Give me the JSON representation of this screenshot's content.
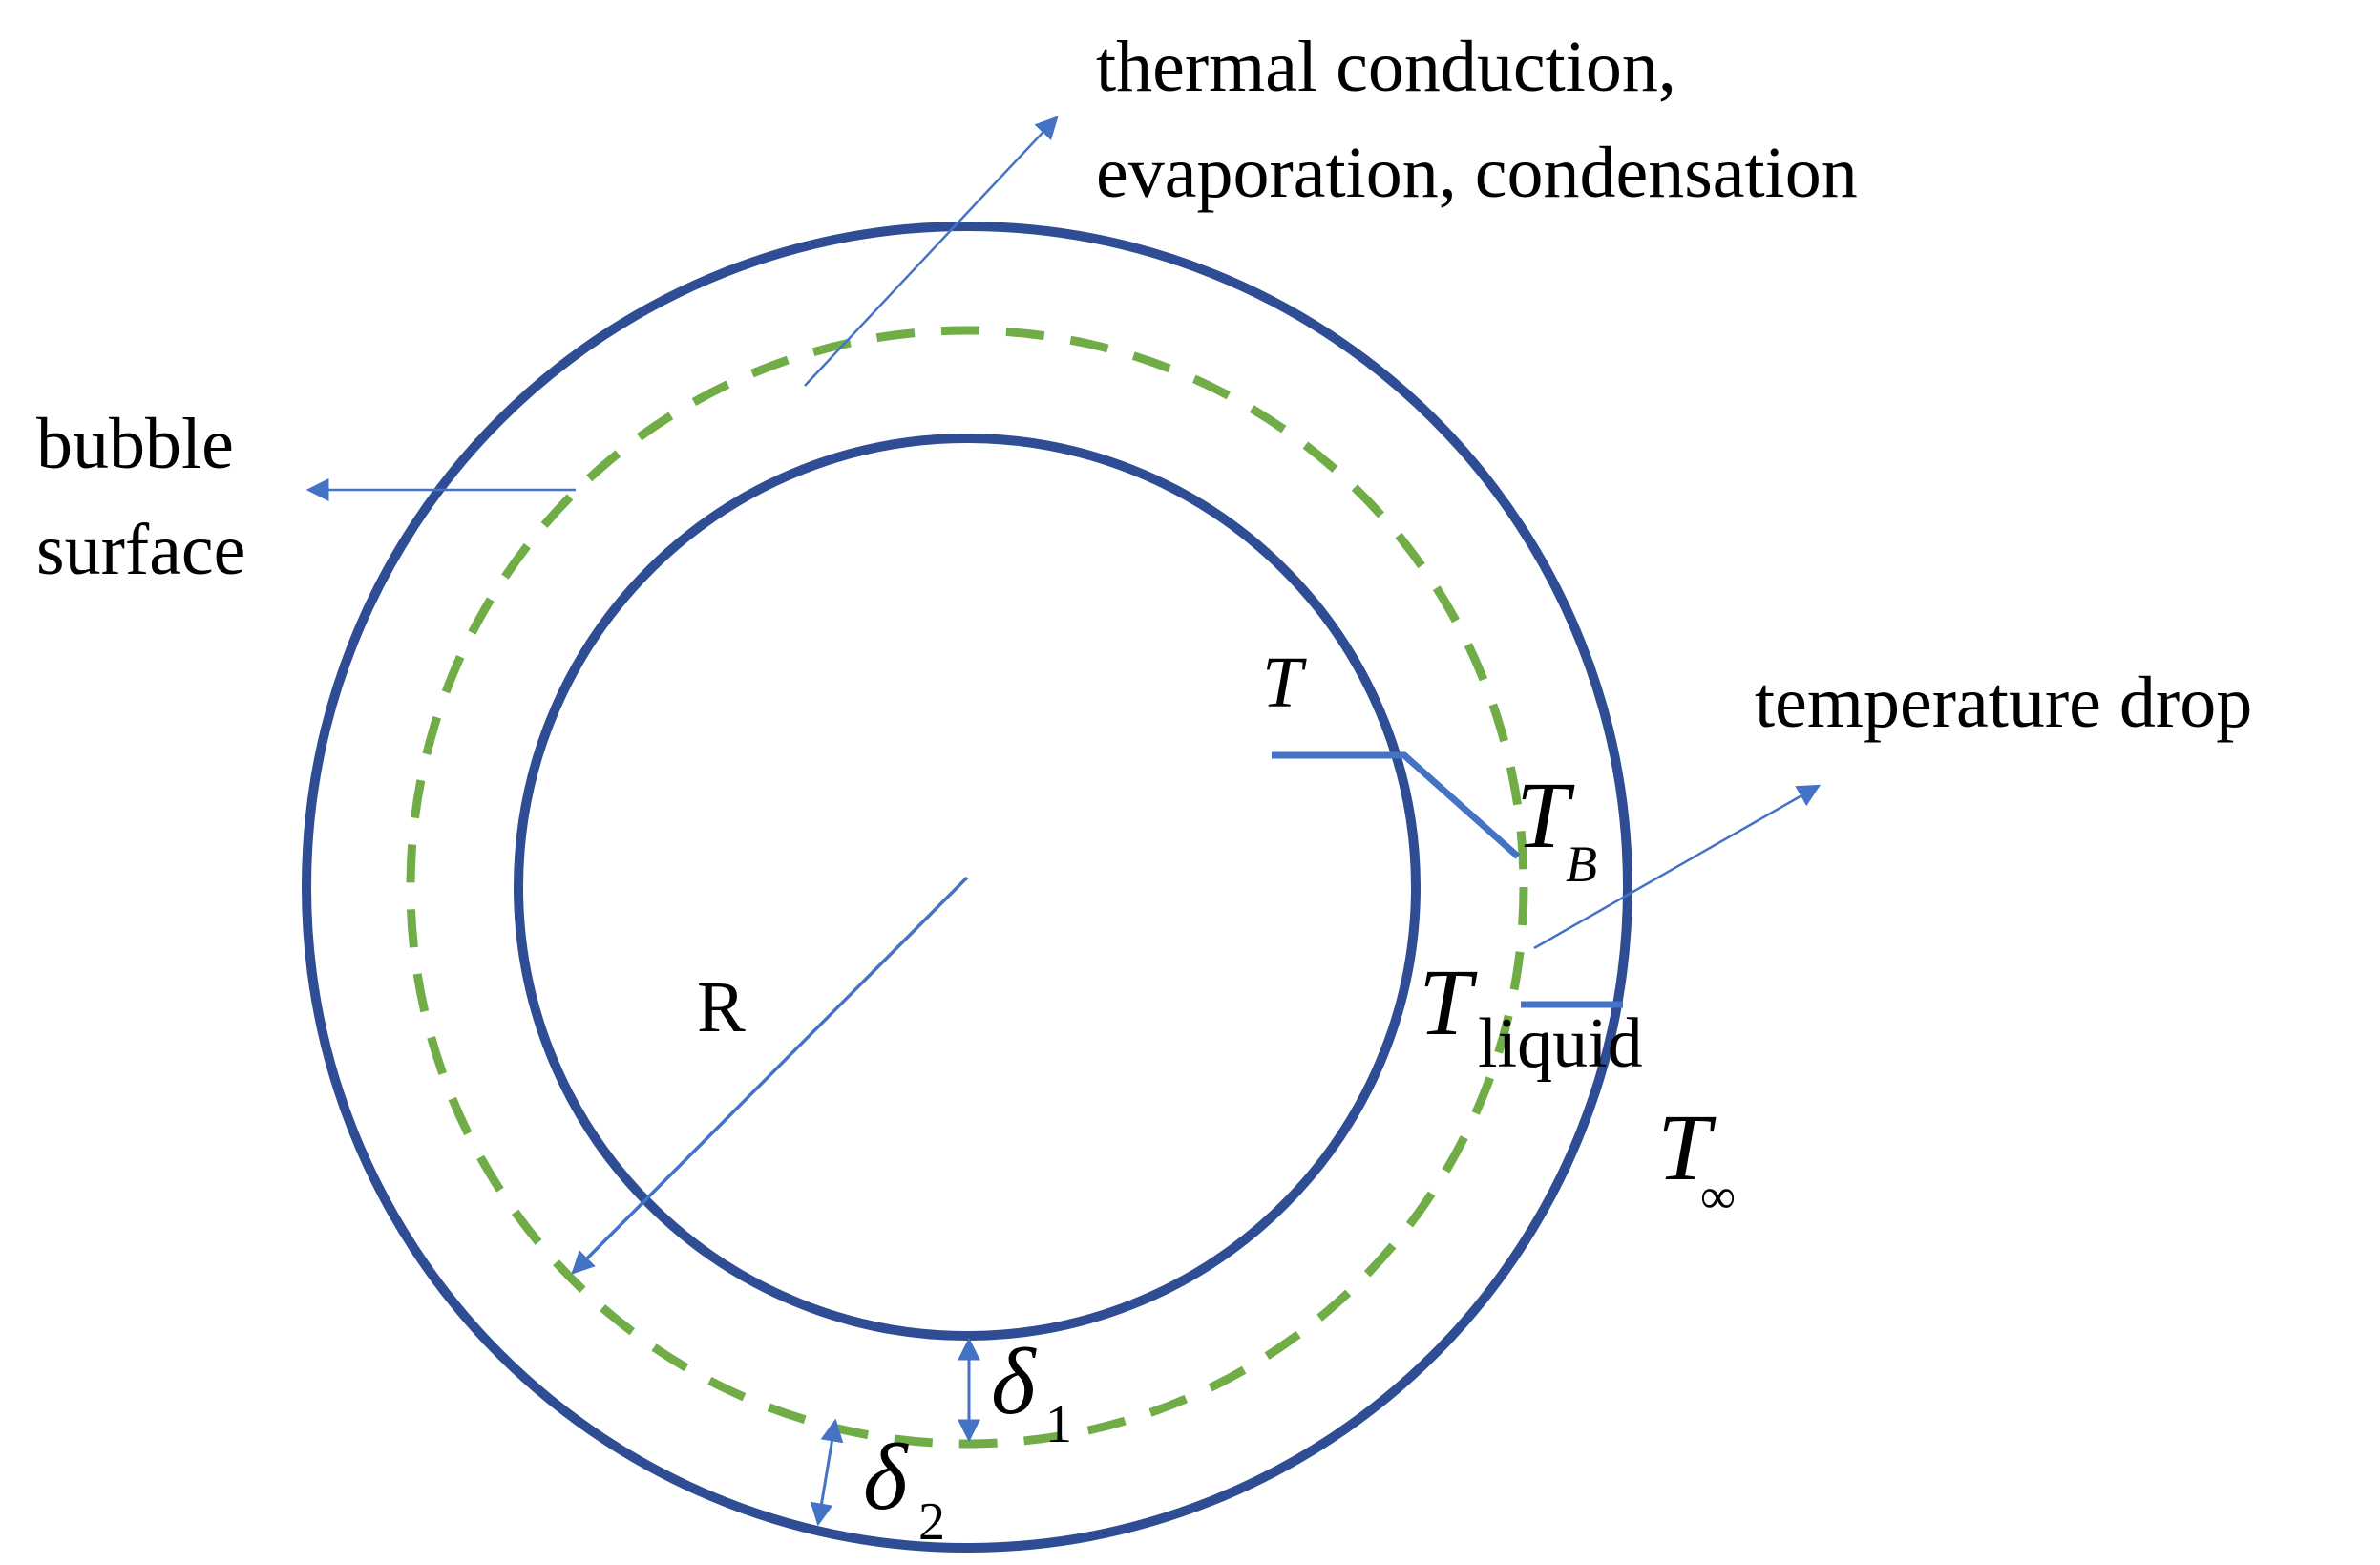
{
  "labels": {
    "thermal_line1": "thermal conduction,",
    "thermal_line2": "evaporation, condensation",
    "bubble_line1": "bubble",
    "bubble_line2": "surface",
    "temperature_drop": "temperature drop",
    "radius": "R",
    "T": "T",
    "T_B_main": "T",
    "T_B_sub": "B",
    "T_liquid_main": "T",
    "T_liquid_sub": "liquid",
    "T_inf_main": "T",
    "T_inf_sub": "∞",
    "delta1_main": "δ",
    "delta1_sub": "1",
    "delta2_main": "δ",
    "delta2_sub": "2"
  },
  "colors": {
    "circle": "#2F4D94",
    "dashed": "#70AD47",
    "arrow": "#4472C4",
    "text": "#000000"
  }
}
